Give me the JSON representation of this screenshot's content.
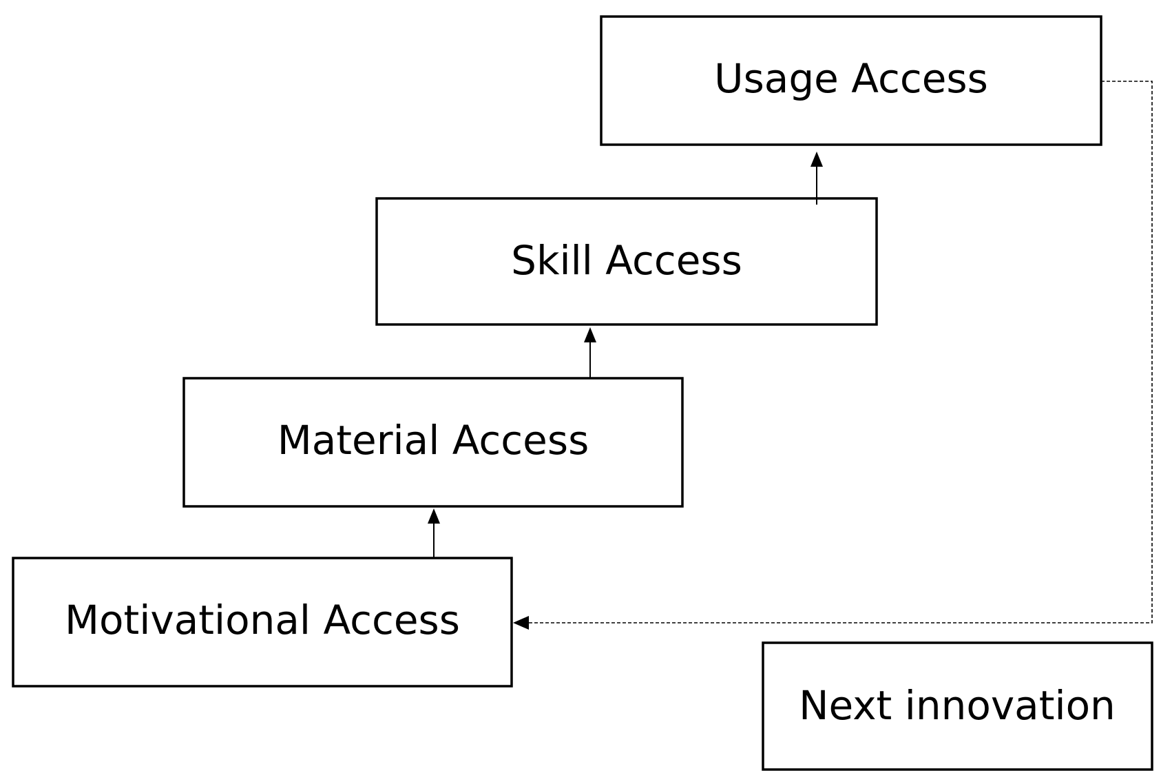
{
  "diagram": {
    "boxes": {
      "usage": {
        "label": "Usage Access"
      },
      "skill": {
        "label": "Skill Access"
      },
      "material": {
        "label": "Material Access"
      },
      "motivational": {
        "label": "Motivational Access"
      },
      "next": {
        "label": "Next innovation"
      }
    },
    "colors": {
      "stroke": "#000000",
      "fill": "#ffffff",
      "text": "#000000"
    }
  }
}
